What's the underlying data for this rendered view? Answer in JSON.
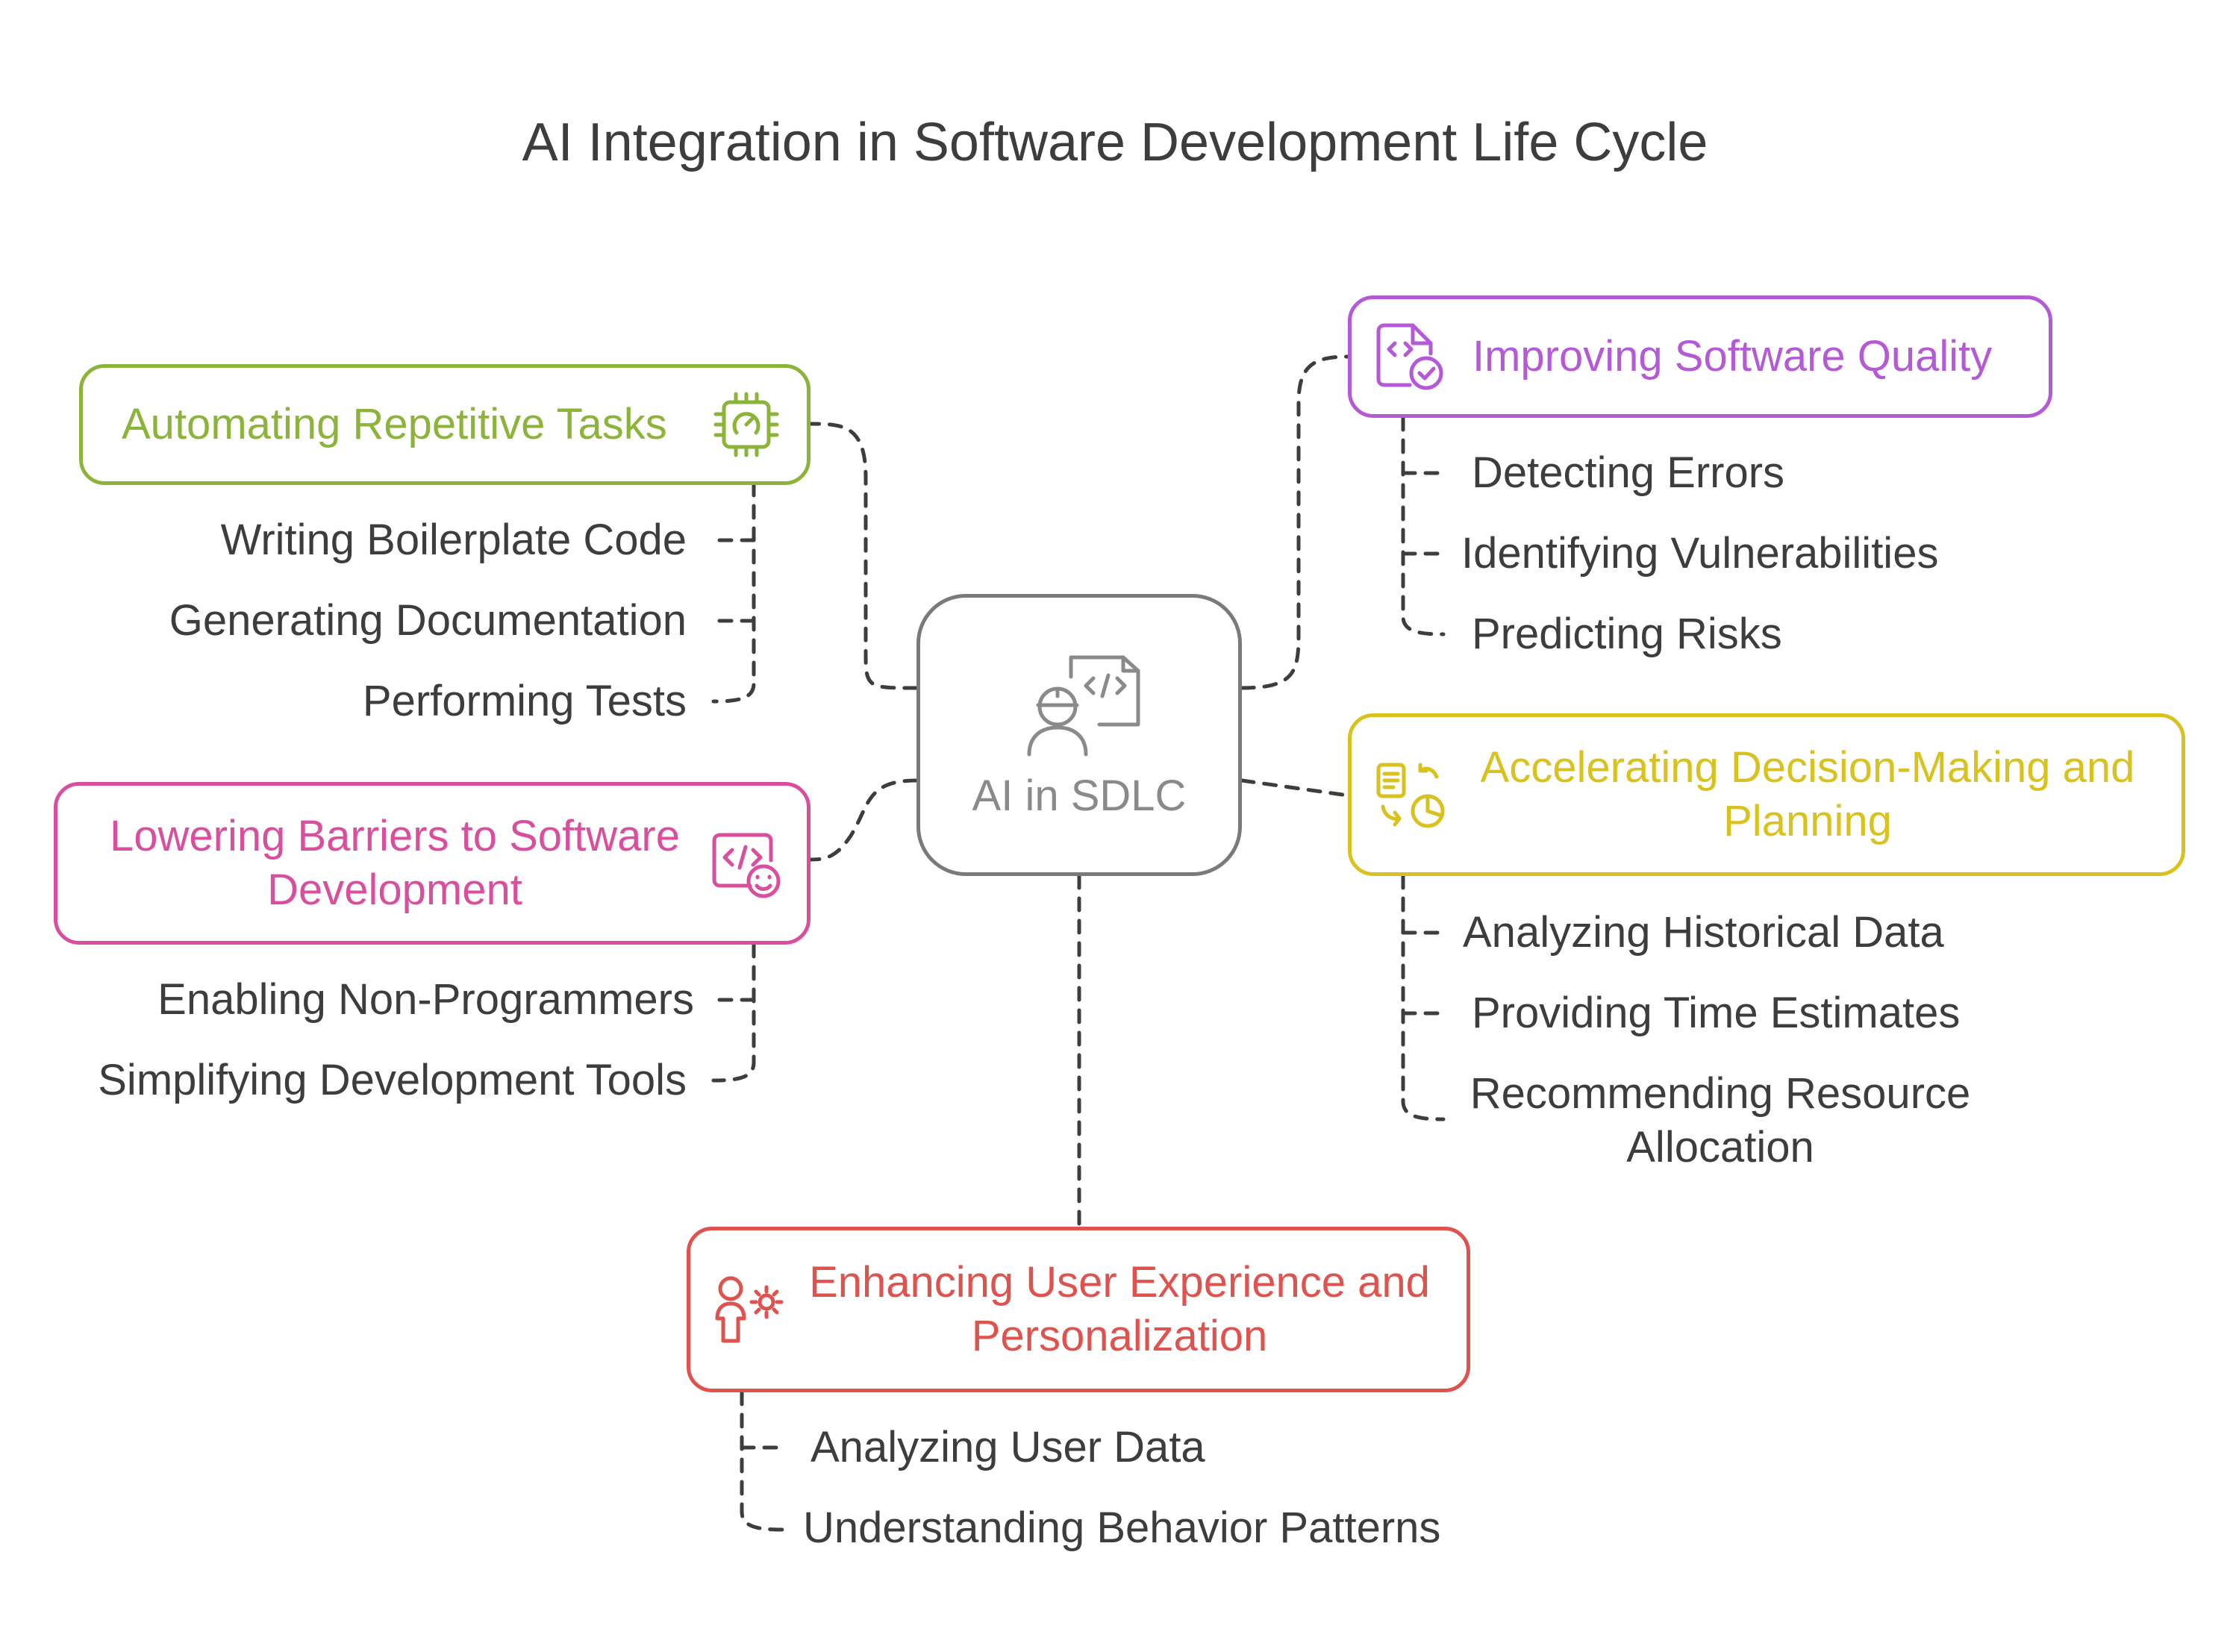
{
  "title": "AI Integration in Software Development Life Cycle",
  "center": {
    "label": "AI in SDLC",
    "color": "#7a7a7a"
  },
  "branches": {
    "automating": {
      "label": "Automating Repetitive Tasks",
      "color": "#8db43a",
      "icon": "cpu-gauge-icon",
      "items": [
        "Writing Boilerplate Code",
        "Generating Documentation",
        "Performing Tests"
      ]
    },
    "lowering": {
      "label": "Lowering Barriers to Software Development",
      "color": "#d94f9e",
      "icon": "code-window-smiley-icon",
      "items": [
        "Enabling Non-Programmers",
        "Simplifying Development Tools"
      ]
    },
    "quality": {
      "label": "Improving Software Quality",
      "color": "#b45ad6",
      "icon": "code-file-check-icon",
      "items": [
        "Detecting Errors",
        "Identifying Vulnerabilities",
        "Predicting Risks"
      ]
    },
    "decision": {
      "label": "Accelerating Decision-Making and Planning",
      "color": "#d9c21f",
      "icon": "document-chart-arrows-icon",
      "items": [
        "Analyzing Historical Data",
        "Providing Time Estimates",
        "Recommending Resource Allocation"
      ]
    },
    "ux": {
      "label": "Enhancing User Experience and Personalization",
      "color": "#e0524e",
      "icon": "person-gear-icon",
      "items": [
        "Analyzing User Data",
        "Understanding Behavior Patterns"
      ]
    }
  }
}
